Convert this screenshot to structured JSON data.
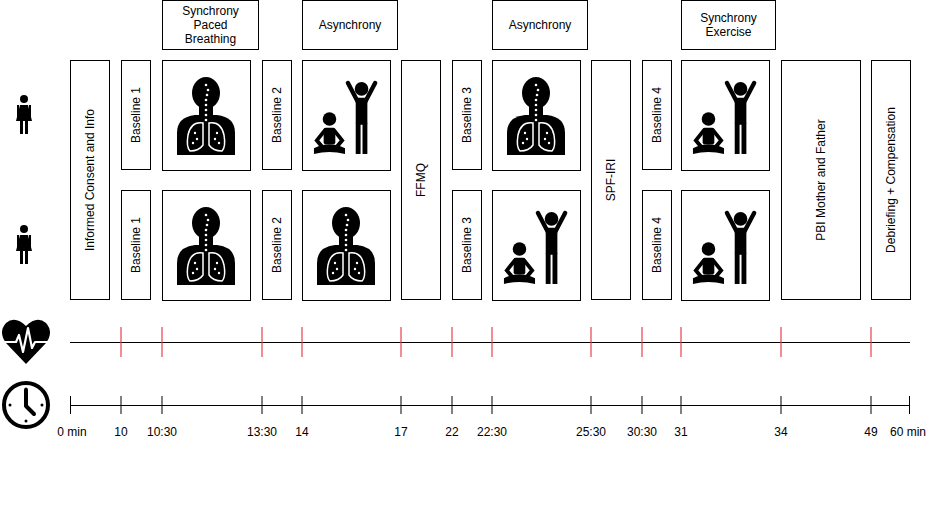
{
  "diagram": {
    "nodes": [
      {
        "text": [
          "Synchrony Paced Breathing"
        ]
      },
      {
        "text": [
          "Asynchrony"
        ]
      },
      {
        "text": [
          "Asynchrony"
        ]
      },
      {
        "text": [
          "Synchrony Exercise"
        ]
      },
      {
        "text": [
          "Informed Consent and Info"
        ]
      },
      {
        "text": [
          "Baseline 1"
        ]
      },
      {
        "text": [
          "Baseline 1"
        ]
      },
      {
        "text": [
          "Baseline 2"
        ]
      },
      {
        "text": [
          "Baseline 2"
        ]
      },
      {
        "text": [
          "FFMQ"
        ]
      },
      {
        "text": [
          "Baseline 3"
        ]
      },
      {
        "text": [
          "Baseline 3"
        ]
      },
      {
        "text": [
          "SPF-IRI"
        ]
      },
      {
        "text": [
          "Baseline 4"
        ]
      },
      {
        "text": [
          "Baseline 4"
        ]
      },
      {
        "text": [
          "PBI Mother and Father"
        ]
      },
      {
        "text": [
          "Debriefing + Compensation"
        ]
      }
    ],
    "labels": [
      "0 min",
      "10",
      "10:30",
      "13:30",
      "14",
      "17",
      "22",
      "22:30",
      "25:30",
      "30:30",
      "31",
      "34",
      "49",
      "60 min"
    ]
  }
}
